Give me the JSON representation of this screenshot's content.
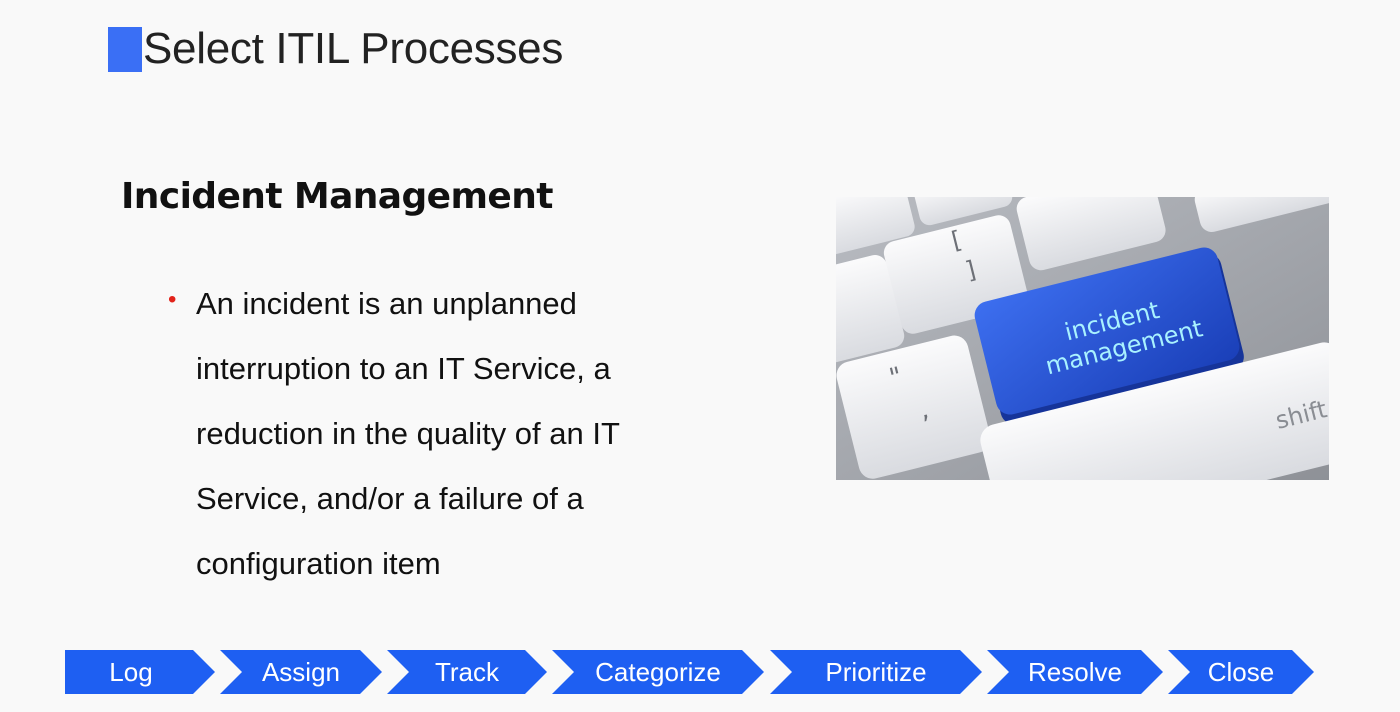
{
  "slide": {
    "title": "Select ITIL Processes",
    "heading": "Incident Management",
    "bullet": "An incident is an unplanned interruption to an IT Service, a reduction in the quality of an IT Service, and/or a failure of a configuration item"
  },
  "photo": {
    "key_line1": "incident",
    "key_line2": "management",
    "shift_label": "shift",
    "brace_open": "[",
    "brace_close": "]",
    "quote": "\"",
    "comma": ","
  },
  "process_flow": {
    "steps": [
      "Log",
      "Assign",
      "Track",
      "Categorize",
      "Prioritize",
      "Resolve",
      "Close"
    ]
  },
  "colors": {
    "accent": "#3a6ff5",
    "flow_blue": "#1e5ff2",
    "bullet_red": "#e2231a",
    "key_blue": "#1f4fd6"
  }
}
